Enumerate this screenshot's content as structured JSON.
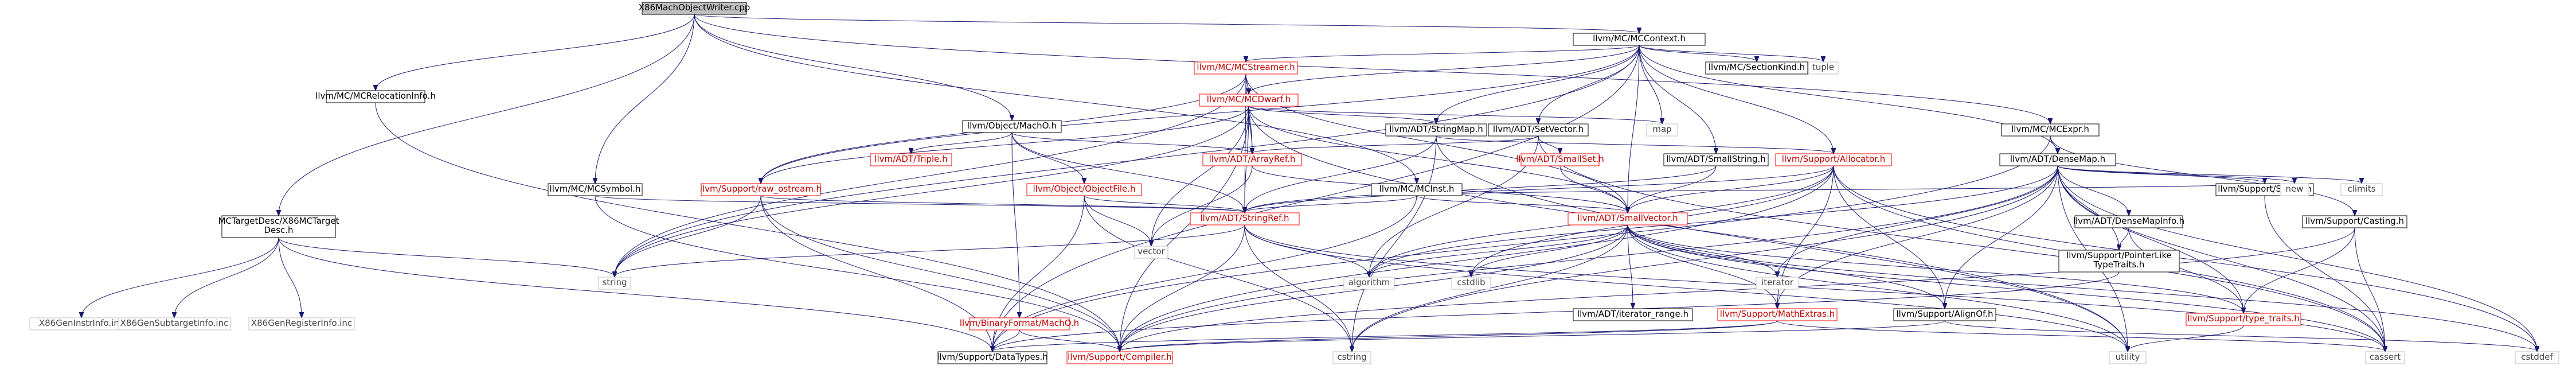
{
  "nodes": [
    {
      "id": "root",
      "label": "X86MachObjectWriter.cpp",
      "kind": "root"
    },
    {
      "id": "mccontext",
      "label": "llvm/MC/MCContext.h",
      "kind": "link"
    },
    {
      "id": "mcreloc",
      "label": "llvm/MC/MCRelocationInfo.h",
      "kind": "link"
    },
    {
      "id": "mctargetdesc",
      "label": "MCTargetDesc/X86MCTarget\nDesc.h",
      "kind": "link"
    },
    {
      "id": "mcsymbol",
      "label": "llvm/MC/MCSymbol.h",
      "kind": "link"
    },
    {
      "id": "machoh",
      "label": "llvm/Object/MachO.h",
      "kind": "link"
    },
    {
      "id": "mcstreamer",
      "label": "llvm/MC/MCStreamer.h",
      "kind": "red"
    },
    {
      "id": "mcdwarf",
      "label": "llvm/MC/MCDwarf.h",
      "kind": "red"
    },
    {
      "id": "mcsectionkind",
      "label": "llvm/MC/SectionKind.h",
      "kind": "link"
    },
    {
      "id": "tuple",
      "label": "tuple",
      "kind": "sys"
    },
    {
      "id": "mcexpr",
      "label": "llvm/MC/MCExpr.h",
      "kind": "link"
    },
    {
      "id": "densemap",
      "label": "llvm/ADT/DenseMap.h",
      "kind": "link"
    },
    {
      "id": "stringmap",
      "label": "llvm/ADT/StringMap.h",
      "kind": "link"
    },
    {
      "id": "setvector",
      "label": "llvm/ADT/SetVector.h",
      "kind": "link"
    },
    {
      "id": "map",
      "label": "map",
      "kind": "sys"
    },
    {
      "id": "allocator",
      "label": "llvm/Support/Allocator.h",
      "kind": "red"
    },
    {
      "id": "smallstring",
      "label": "llvm/ADT/SmallString.h",
      "kind": "link"
    },
    {
      "id": "mcinst",
      "label": "llvm/MC/MCInst.h",
      "kind": "link"
    },
    {
      "id": "smallset",
      "label": "llvm/ADT/SmallSet.h",
      "kind": "red"
    },
    {
      "id": "rawostream",
      "label": "llvm/Support/raw_ostream.h",
      "kind": "red"
    },
    {
      "id": "triple",
      "label": "llvm/ADT/Triple.h",
      "kind": "red"
    },
    {
      "id": "objectfile",
      "label": "llvm/Object/ObjectFile.h",
      "kind": "red"
    },
    {
      "id": "stringref",
      "label": "llvm/ADT/StringRef.h",
      "kind": "red"
    },
    {
      "id": "arrayref",
      "label": "llvm/ADT/ArrayRef.h",
      "kind": "red"
    },
    {
      "id": "smallvector",
      "label": "llvm/ADT/SmallVector.h",
      "kind": "red"
    },
    {
      "id": "vector",
      "label": "vector",
      "kind": "sys"
    },
    {
      "id": "machobin",
      "label": "llvm/BinaryFormat/MachO.h",
      "kind": "red"
    },
    {
      "id": "string",
      "label": "string",
      "kind": "sys"
    },
    {
      "id": "x86instrinfo",
      "label": "X86GenInstrInfo.inc",
      "kind": "sys"
    },
    {
      "id": "x86subtarget",
      "label": "X86GenSubtargetInfo.inc",
      "kind": "sys"
    },
    {
      "id": "x86register",
      "label": "X86GenRegisterInfo.inc",
      "kind": "sys"
    },
    {
      "id": "datatypes",
      "label": "llvm/Support/DataTypes.h",
      "kind": "link"
    },
    {
      "id": "compiler",
      "label": "llvm/Support/Compiler.h",
      "kind": "red"
    },
    {
      "id": "algorithm",
      "label": "algorithm",
      "kind": "sys"
    },
    {
      "id": "cstdlib",
      "label": "cstdlib",
      "kind": "sys"
    },
    {
      "id": "iteratorrange",
      "label": "llvm/ADT/iterator_range.h",
      "kind": "link"
    },
    {
      "id": "mathextras",
      "label": "llvm/Support/MathExtras.h",
      "kind": "red"
    },
    {
      "id": "alignof",
      "label": "llvm/Support/AlignOf.h",
      "kind": "link"
    },
    {
      "id": "typetraits",
      "label": "llvm/Support/type_traits.h",
      "kind": "red"
    },
    {
      "id": "iterator",
      "label": "iterator",
      "kind": "sys"
    },
    {
      "id": "cstring",
      "label": "cstring",
      "kind": "sys"
    },
    {
      "id": "utility",
      "label": "utility",
      "kind": "sys"
    },
    {
      "id": "cassert",
      "label": "cassert",
      "kind": "sys"
    },
    {
      "id": "cstddef",
      "label": "cstddef",
      "kind": "sys"
    },
    {
      "id": "densemapinfo",
      "label": "llvm/ADT/DenseMapInfo.h",
      "kind": "link"
    },
    {
      "id": "pointerlike",
      "label": "llvm/Support/PointerLike\nTypeTraits.h",
      "kind": "link"
    },
    {
      "id": "smloc",
      "label": "llvm/Support/SMLoc.h",
      "kind": "link"
    },
    {
      "id": "new",
      "label": "new",
      "kind": "sys"
    },
    {
      "id": "climits",
      "label": "climits",
      "kind": "sys"
    },
    {
      "id": "casting",
      "label": "llvm/Support/Casting.h",
      "kind": "link"
    }
  ],
  "edges": [
    [
      "root",
      "mccontext"
    ],
    [
      "root",
      "mcreloc"
    ],
    [
      "root",
      "mctargetdesc"
    ],
    [
      "root",
      "mcsymbol"
    ],
    [
      "root",
      "machoh"
    ],
    [
      "root",
      "mcexpr"
    ],
    [
      "root",
      "mcinst"
    ],
    [
      "mccontext",
      "mcstreamer"
    ],
    [
      "mccontext",
      "mcdwarf"
    ],
    [
      "mccontext",
      "mcsectionkind"
    ],
    [
      "mccontext",
      "tuple"
    ],
    [
      "mccontext",
      "densemap"
    ],
    [
      "mccontext",
      "stringmap"
    ],
    [
      "mccontext",
      "setvector"
    ],
    [
      "mccontext",
      "map"
    ],
    [
      "mccontext",
      "allocator"
    ],
    [
      "mccontext",
      "smallstring"
    ],
    [
      "mccontext",
      "rawostream"
    ],
    [
      "mccontext",
      "string"
    ],
    [
      "mccontext",
      "smallvector"
    ],
    [
      "mccontext",
      "datatypes"
    ],
    [
      "mcreloc",
      "compiler"
    ],
    [
      "mctargetdesc",
      "x86instrinfo"
    ],
    [
      "mctargetdesc",
      "x86subtarget"
    ],
    [
      "mctargetdesc",
      "x86register"
    ],
    [
      "mctargetdesc",
      "datatypes"
    ],
    [
      "mctargetdesc",
      "string"
    ],
    [
      "mcsymbol",
      "stringref"
    ],
    [
      "mcsymbol",
      "compiler"
    ],
    [
      "machoh",
      "triple"
    ],
    [
      "machoh",
      "objectfile"
    ],
    [
      "machoh",
      "arrayref"
    ],
    [
      "machoh",
      "machobin"
    ],
    [
      "machoh",
      "stringref"
    ],
    [
      "mcstreamer",
      "mcdwarf"
    ],
    [
      "mcstreamer",
      "arrayref"
    ],
    [
      "mcstreamer",
      "smallvector"
    ],
    [
      "mcstreamer",
      "string"
    ],
    [
      "mcstreamer",
      "rawostream"
    ],
    [
      "mcstreamer",
      "stringref"
    ],
    [
      "mcdwarf",
      "stringmap"
    ],
    [
      "mcdwarf",
      "map"
    ],
    [
      "mcdwarf",
      "arrayref"
    ],
    [
      "mcdwarf",
      "stringref"
    ],
    [
      "mcdwarf",
      "rawostream"
    ],
    [
      "mcdwarf",
      "vector"
    ],
    [
      "mcdwarf",
      "string"
    ],
    [
      "mcdwarf",
      "utility"
    ],
    [
      "mcdwarf",
      "compiler"
    ],
    [
      "mcdwarf",
      "smallvector"
    ],
    [
      "mcexpr",
      "densemap"
    ],
    [
      "mcexpr",
      "casting"
    ],
    [
      "mcexpr",
      "datatypes"
    ],
    [
      "densemap",
      "densemapinfo"
    ],
    [
      "densemap",
      "mathextras"
    ],
    [
      "densemap",
      "alignof"
    ],
    [
      "densemap",
      "algorithm"
    ],
    [
      "densemap",
      "pointerlike"
    ],
    [
      "densemap",
      "typetraits"
    ],
    [
      "densemap",
      "iterator"
    ],
    [
      "densemap",
      "new"
    ],
    [
      "densemap",
      "utility"
    ],
    [
      "densemap",
      "cassert"
    ],
    [
      "densemap",
      "cstddef"
    ],
    [
      "densemap",
      "cstring"
    ],
    [
      "densemap",
      "climits"
    ],
    [
      "densemap",
      "compiler"
    ],
    [
      "densemap",
      "smloc"
    ],
    [
      "stringmap",
      "stringref"
    ],
    [
      "stringmap",
      "allocator"
    ],
    [
      "stringmap",
      "cstring"
    ],
    [
      "stringmap",
      "utility"
    ],
    [
      "setvector",
      "smallset"
    ],
    [
      "setvector",
      "arrayref"
    ],
    [
      "setvector",
      "algorithm"
    ],
    [
      "setvector",
      "cassert"
    ],
    [
      "allocator",
      "smallvector"
    ],
    [
      "allocator",
      "mathextras"
    ],
    [
      "allocator",
      "alignof"
    ],
    [
      "allocator",
      "compiler"
    ],
    [
      "allocator",
      "algorithm"
    ],
    [
      "allocator",
      "cstddef"
    ],
    [
      "allocator",
      "cstdlib"
    ],
    [
      "allocator",
      "cassert"
    ],
    [
      "allocator",
      "stringref"
    ],
    [
      "smallstring",
      "smallvector"
    ],
    [
      "smallstring",
      "stringref"
    ],
    [
      "mcinst",
      "smallvector"
    ],
    [
      "mcinst",
      "stringref"
    ],
    [
      "mcinst",
      "smloc"
    ],
    [
      "mcinst",
      "datatypes"
    ],
    [
      "smallset",
      "smallvector"
    ],
    [
      "rawostream",
      "stringref"
    ],
    [
      "rawostream",
      "compiler"
    ],
    [
      "rawostream",
      "datatypes"
    ],
    [
      "rawostream",
      "string"
    ],
    [
      "objectfile",
      "stringref"
    ],
    [
      "objectfile",
      "datatypes"
    ],
    [
      "objectfile",
      "vector"
    ],
    [
      "objectfile",
      "cstring"
    ],
    [
      "arrayref",
      "smallvector"
    ],
    [
      "arrayref",
      "vector"
    ],
    [
      "stringref",
      "algorithm"
    ],
    [
      "stringref",
      "string"
    ],
    [
      "stringref",
      "utility"
    ],
    [
      "stringref",
      "cstring"
    ],
    [
      "stringref",
      "compiler"
    ],
    [
      "stringref",
      "cassert"
    ],
    [
      "smallvector",
      "iteratorrange"
    ],
    [
      "smallvector",
      "mathextras"
    ],
    [
      "smallvector",
      "alignof"
    ],
    [
      "smallvector",
      "typetraits"
    ],
    [
      "smallvector",
      "compiler"
    ],
    [
      "smallvector",
      "algorithm"
    ],
    [
      "smallvector",
      "iterator"
    ],
    [
      "smallvector",
      "cstring"
    ],
    [
      "smallvector",
      "utility"
    ],
    [
      "smallvector",
      "cassert"
    ],
    [
      "smallvector",
      "cstddef"
    ],
    [
      "smallvector",
      "cstdlib"
    ],
    [
      "machobin",
      "compiler"
    ],
    [
      "machobin",
      "datatypes"
    ],
    [
      "mathextras",
      "compiler"
    ],
    [
      "mathextras",
      "datatypes"
    ],
    [
      "mathextras",
      "cassert"
    ],
    [
      "alignof",
      "compiler"
    ],
    [
      "alignof",
      "cstddef"
    ],
    [
      "typetraits",
      "utility"
    ],
    [
      "densemapinfo",
      "pointerlike"
    ],
    [
      "densemapinfo",
      "typetraits"
    ],
    [
      "pointerlike",
      "datatypes"
    ],
    [
      "smloc",
      "cassert"
    ],
    [
      "casting",
      "typetraits"
    ],
    [
      "casting",
      "cassert"
    ],
    [
      "casting",
      "compiler"
    ]
  ]
}
